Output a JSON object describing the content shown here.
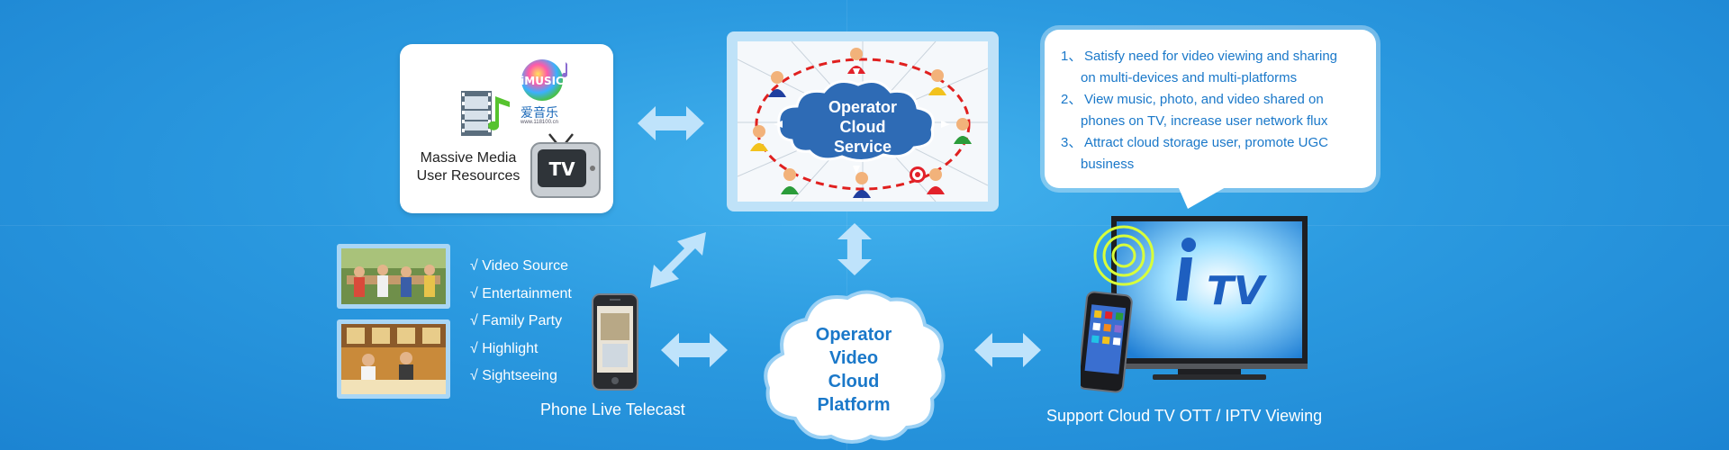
{
  "media": {
    "label_line1": "Massive Media",
    "label_line2": "User Resources",
    "imusic_label": "iMUSIC",
    "aiyinyue_label": "爱音乐",
    "aiyinyue_url": "www.118100.cn",
    "tv_label": "TV"
  },
  "service": {
    "title_line1": "Operator",
    "title_line2": "Cloud",
    "title_line3": "Service"
  },
  "benefits": [
    {
      "num": "1、",
      "line1": "Satisfy need for video viewing and sharing",
      "line2": "on multi-devices and multi-platforms"
    },
    {
      "num": "2、",
      "line1": "View music, photo, and video shared on",
      "line2": "phones on TV, increase user network flux"
    },
    {
      "num": "3、",
      "line1": "Attract cloud storage user, promote UGC",
      "line2": "business"
    }
  ],
  "checklist": [
    "√ Video Source",
    "√ Entertainment",
    "√ Family Party",
    "√ Highlight",
    "√ Sightseeing"
  ],
  "phone_caption": "Phone Live Telecast",
  "platform": {
    "line1": "Operator",
    "line2": "Video",
    "line3": "Cloud",
    "line4": "Platform"
  },
  "tv": {
    "screen_label": "TV",
    "caption": "Support Cloud TV OTT / IPTV Viewing"
  },
  "colors": {
    "background": "#2b9ae0",
    "arrow": "#bfe3fb",
    "text_blue": "#1a78c9",
    "service_cloud": "#2e6bb5"
  }
}
